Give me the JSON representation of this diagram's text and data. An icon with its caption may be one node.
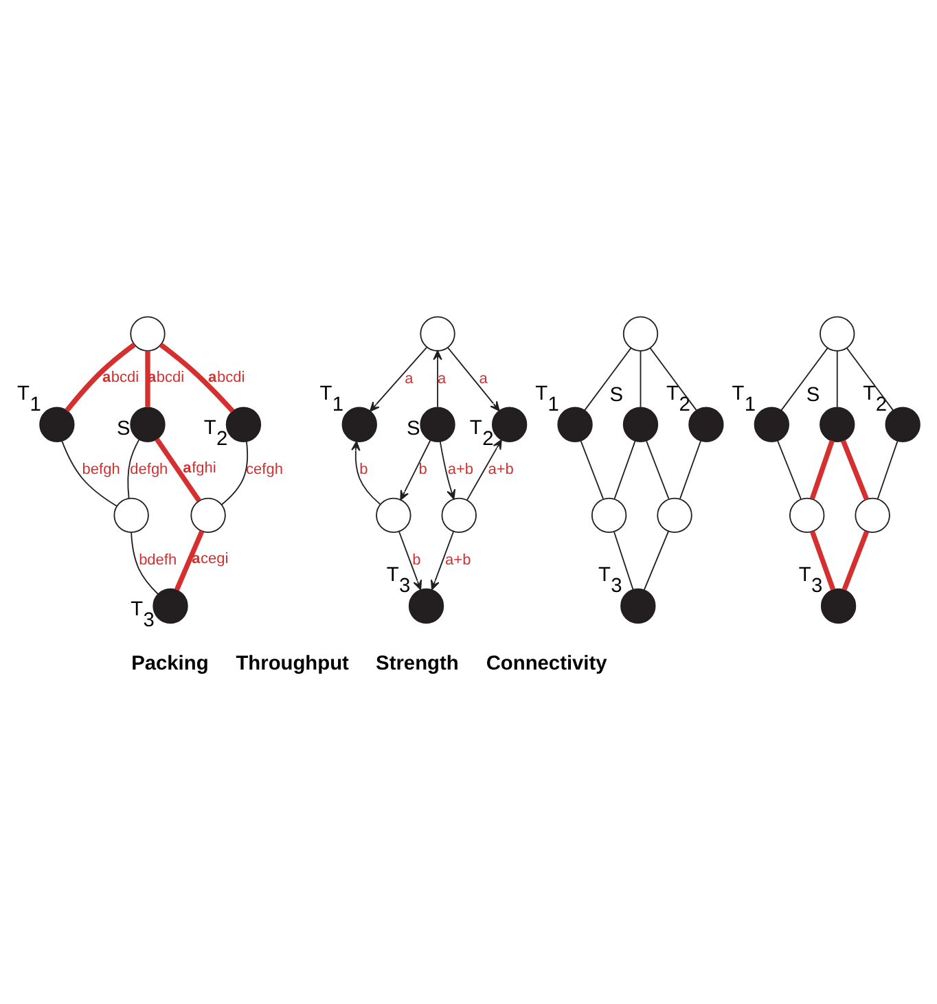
{
  "diagram": {
    "nodes": [
      {
        "text": [],
        "shape": "circle"
      },
      {
        "text": [
          "T$_{1}$"
        ]
      },
      {
        "text": [
          "T$_{2}$"
        ]
      },
      {
        "text": [
          "S"
        ]
      },
      {
        "text": [],
        "shape": "circle"
      },
      {
        "text": [],
        "shape": "circle"
      },
      {
        "text": [
          "T$_{3}$"
        ]
      },
      {
        "text": [],
        "shape": "circle"
      },
      {
        "text": [
          "T$_{1}$"
        ]
      },
      {
        "text": [
          "T$_{2}$"
        ]
      },
      {
        "text": [
          "S"
        ]
      },
      {
        "text": [],
        "shape": "circle"
      },
      {
        "text": [],
        "shape": "circle"
      },
      {
        "text": [
          "T$_{3}$"
        ]
      },
      {
        "text": [],
        "shape": "circle"
      },
      {
        "text": [
          "T$_{1}$"
        ]
      },
      {
        "text": [
          "T$_{2}$"
        ]
      },
      {
        "text": [
          "S"
        ]
      },
      {
        "text": [],
        "shape": "circle"
      },
      {
        "text": [],
        "shape": "circle"
      },
      {
        "text": [
          "T$_{3}$"
        ]
      },
      {
        "text": [],
        "shape": "circle"
      },
      {
        "text": [
          "T$_{1}$"
        ]
      },
      {
        "text": [
          "T$_{2}$"
        ]
      },
      {
        "text": [
          "S"
        ]
      },
      {
        "text": [],
        "shape": "circle"
      },
      {
        "text": [],
        "shape": "circle"
      },
      {
        "text": [
          "T$_{3}$"
        ]
      }
    ],
    "edges": [
      {
        "from": 0,
        "to": 1,
        "arrow": "none",
        "label": "**a**bcdi",
        "style": "thick",
        "color": "#d62f2f"
      },
      {
        "from": 0,
        "to": 2,
        "arrow": "none",
        "label": "**a**bcdi",
        "style": "thick",
        "color": "#d62f2f"
      },
      {
        "from": 3,
        "to": 0,
        "arrow": "none",
        "label": "**a**bcdi",
        "style": "thick",
        "color": "#d62f2f"
      },
      {
        "from": 2,
        "to": 5,
        "arrow": "none",
        "label": "cefgh"
      },
      {
        "from": 3,
        "to": 5,
        "arrow": "none",
        "label": "**a**fghi",
        "style": "thick",
        "color": "#d62f2f"
      },
      {
        "from": 5,
        "to": 6,
        "arrow": "none",
        "label": "**a**cegi",
        "style": "thick",
        "color": "#d62f2f"
      },
      {
        "from": 4,
        "to": 6,
        "arrow": "none",
        "label": "bdefh"
      },
      {
        "from": 3,
        "to": 4,
        "arrow": "none",
        "label": "defgh"
      },
      {
        "from": 1,
        "to": 4,
        "arrow": "none",
        "label": "befgh"
      },
      {
        "from": 7,
        "to": 8,
        "arrow": "to",
        "label": "a"
      },
      {
        "from": 7,
        "to": 9,
        "arrow": "to",
        "label": "a"
      },
      {
        "from": 10,
        "to": 7,
        "arrow": "to",
        "label": "a"
      },
      {
        "from": 12,
        "to": 9,
        "arrow": "to",
        "label": "a+b"
      },
      {
        "from": 10,
        "to": 12,
        "arrow": "to",
        "label": "a+b"
      },
      {
        "from": 12,
        "to": 13,
        "arrow": "to",
        "label": "a+b"
      },
      {
        "from": 11,
        "to": 13,
        "arrow": "to",
        "label": "b"
      },
      {
        "from": 10,
        "to": 11,
        "arrow": "to",
        "label": "b"
      },
      {
        "from": 11,
        "to": 8,
        "arrow": "to",
        "label": "b"
      },
      {
        "from": 14,
        "to": 15,
        "arrow": "none"
      },
      {
        "from": 14,
        "to": 16,
        "arrow": "none"
      },
      {
        "from": 17,
        "to": 14,
        "arrow": "none"
      },
      {
        "from": 16,
        "to": 19,
        "arrow": "none"
      },
      {
        "from": 17,
        "to": 19,
        "arrow": "none"
      },
      {
        "from": 19,
        "to": 20,
        "arrow": "none"
      },
      {
        "from": 18,
        "to": 20,
        "arrow": "none"
      },
      {
        "from": 17,
        "to": 18,
        "arrow": "none"
      },
      {
        "from": 15,
        "to": 18,
        "arrow": "none"
      },
      {
        "from": 21,
        "to": 22,
        "arrow": "none"
      },
      {
        "from": 21,
        "to": 23,
        "arrow": "none"
      },
      {
        "from": 24,
        "to": 21,
        "arrow": "none"
      },
      {
        "from": 23,
        "to": 26,
        "arrow": "none"
      },
      {
        "from": 24,
        "to": 26,
        "arrow": "none",
        "style": "thick",
        "color": "#d62f2f"
      },
      {
        "from": 26,
        "to": 27,
        "arrow": "none",
        "style": "thick",
        "color": "#d62f2f"
      },
      {
        "from": 25,
        "to": 27,
        "arrow": "none",
        "style": "thick",
        "color": "#d62f2f"
      },
      {
        "from": 24,
        "to": 25,
        "arrow": "none",
        "style": "thick",
        "color": "#d62f2f"
      },
      {
        "from": 22,
        "to": 25,
        "arrow": "none"
      }
    ],
    "labels": [
      "Packing",
      "Throughput",
      "Strength",
      "Connectivity"
    ]
  }
}
